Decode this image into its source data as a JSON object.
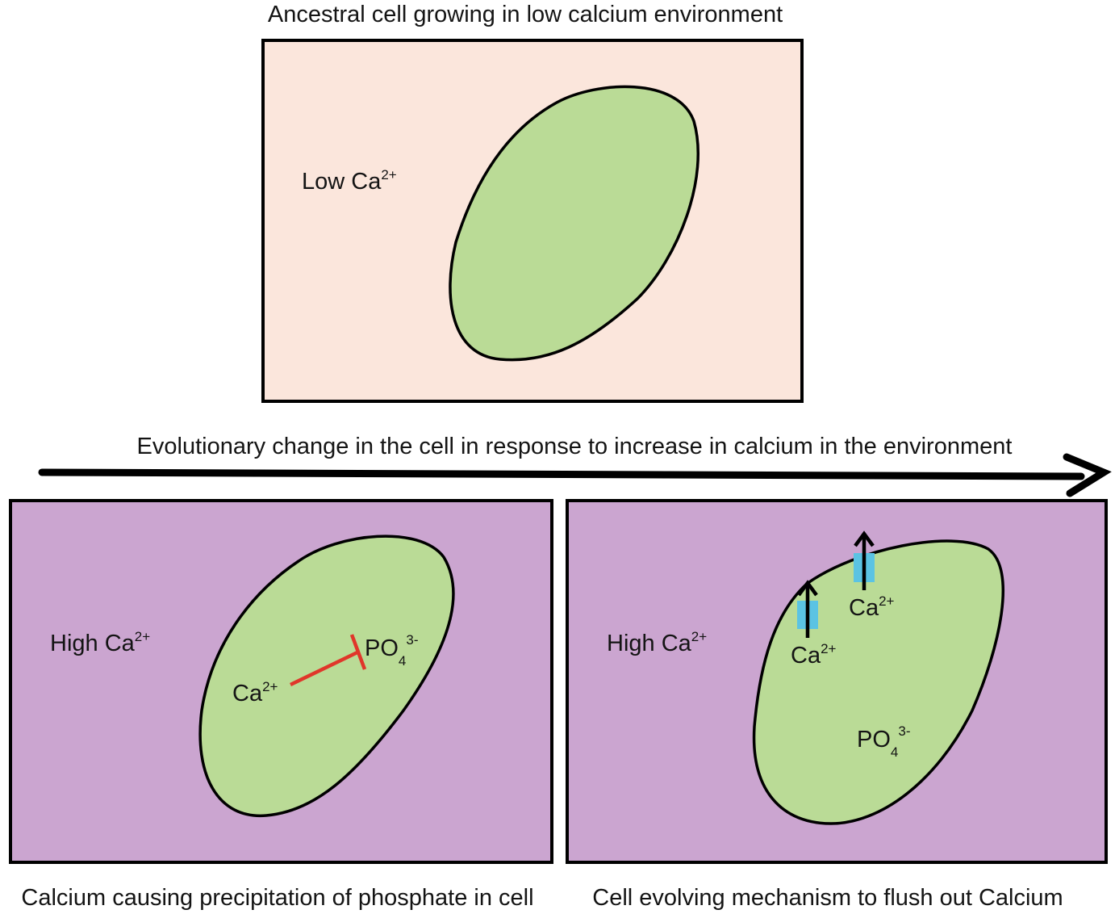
{
  "top_panel": {
    "caption": "Ancestral cell growing in low calcium environment",
    "env_label": "Low Ca",
    "env_charge": "2+",
    "background": "#fbe6dc"
  },
  "arrow": {
    "label": "Evolutionary change in the cell in response to increase in calcium in the environment"
  },
  "left_panel": {
    "caption": "Calcium causing precipitation of phosphate in cell",
    "env_label": "High Ca",
    "env_charge": "2+",
    "ion_calcium": "Ca",
    "ion_calcium_charge": "2+",
    "ion_phosphate": "PO",
    "ion_phosphate_sub": "4",
    "ion_phosphate_charge": "3-",
    "inhibition_color": "#e0362a",
    "background": "#cba5d0"
  },
  "right_panel": {
    "caption": "Cell evolving mechanism to flush out Calcium",
    "env_label": "High Ca",
    "env_charge": "2+",
    "ion_calcium_1": "Ca",
    "ion_calcium_1_charge": "2+",
    "ion_calcium_2": "Ca",
    "ion_calcium_2_charge": "2+",
    "ion_phosphate": "PO",
    "ion_phosphate_sub": "4",
    "ion_phosphate_charge": "3-",
    "channel_color": "#5bc3e3",
    "background": "#cba5d0"
  },
  "cell_color": "#badb96"
}
